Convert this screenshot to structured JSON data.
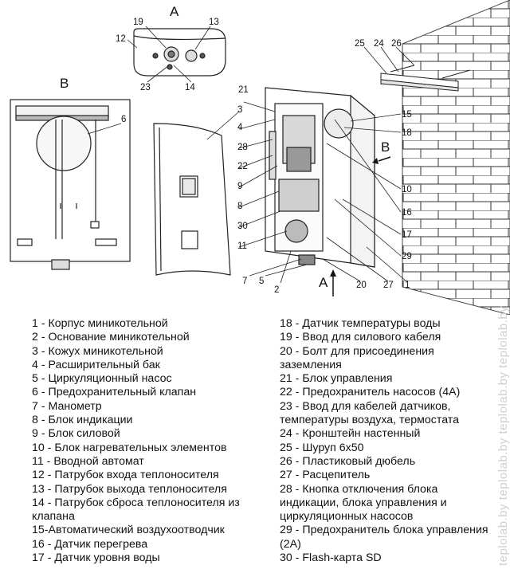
{
  "views": {
    "a": "А",
    "b": "В"
  },
  "callouts": {
    "top": [
      "19",
      "12",
      "13",
      "23",
      "14"
    ],
    "bracket": [
      "25",
      "24",
      "26"
    ],
    "left_view": [
      "6"
    ],
    "main": [
      "21",
      "3",
      "4",
      "28",
      "22",
      "9",
      "8",
      "30",
      "11",
      "7",
      "5",
      "2",
      "15",
      "18",
      "10",
      "16",
      "17",
      "29",
      "20",
      "27",
      "1"
    ],
    "arrow_a_label": "А",
    "arrow_b_label": "В"
  },
  "legend": {
    "left": [
      "1 - Корпус миникотельной",
      "2 - Основание миникотельной",
      "3 - Кожух миникотельной",
      "4 - Расширительный бак",
      "5 - Циркуляционный насос",
      "6 - Предохранительный клапан",
      "7 - Манометр",
      "8 - Блок индикации",
      "9 - Блок силовой",
      "10 - Блок нагревательных элементов",
      "11 - Вводной автомат",
      "12 - Патрубок входа теплоносителя",
      "13 - Патрубок выхода теплоносителя",
      "14 - Патрубок сброса теплоносителя из клапана",
      "15-Автоматический воздухоотводчик",
      "16 - Датчик перегрева",
      "17 - Датчик уровня воды"
    ],
    "right": [
      "18 - Датчик температуры воды",
      "19 - Ввод для силового кабеля",
      "20 - Болт для присоединения заземления",
      "21 - Блок управления",
      "22 - Предохранитель насосов (4А)",
      "23 - Ввод для кабелей датчиков, температуры воздуха, термостата",
      "24 - Кронштейн настенный",
      "25 - Шуруп 6х50",
      "26 - Пластиковый дюбель",
      "27 - Расцепитель",
      "28 - Кнопка отключения блока индикации, блока управления и циркуляционных насосов",
      "29 - Предохранитель блока управления (2А)",
      "30 - Flash-карта SD"
    ]
  },
  "watermark": "teplolab.by   teplolab.by   teplolab.by   teplolab.by"
}
